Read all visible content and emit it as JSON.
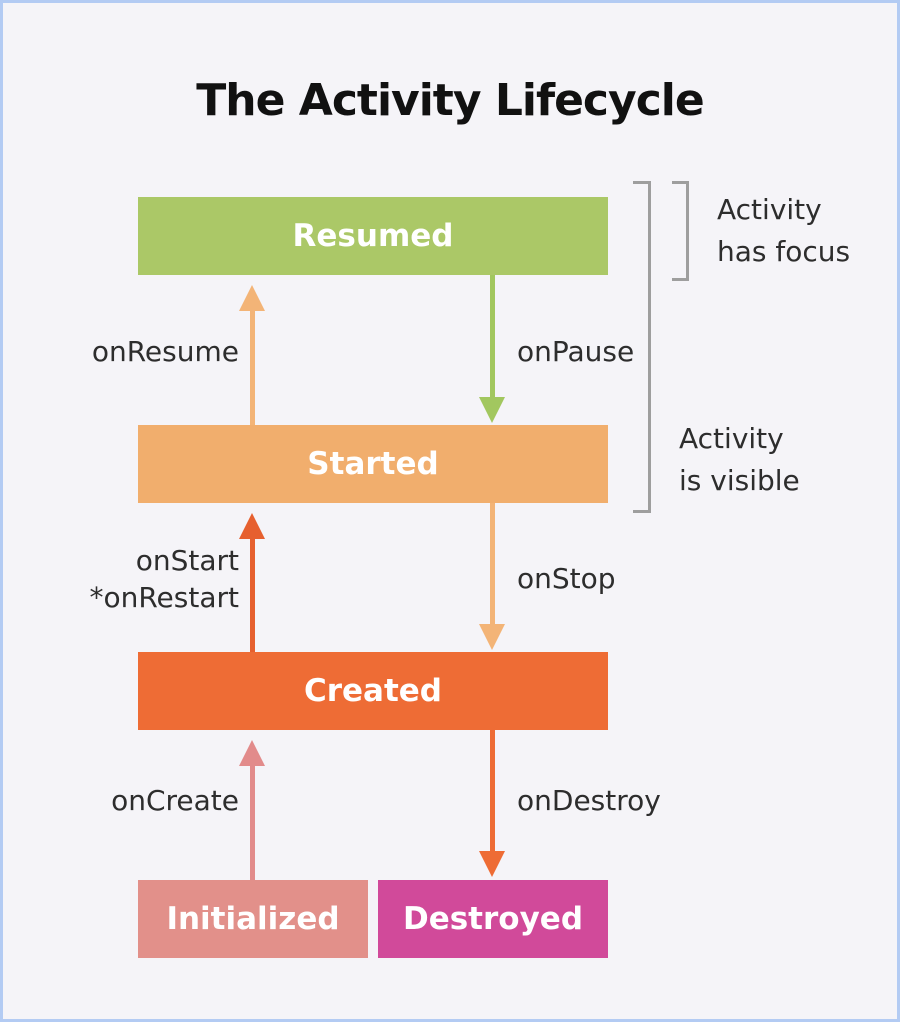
{
  "title": "The Activity Lifecycle",
  "states": {
    "resumed": {
      "label": "Resumed",
      "color": "#abc867"
    },
    "started": {
      "label": "Started",
      "color": "#f1ae6d"
    },
    "created": {
      "label": "Created",
      "color": "#ee6c35"
    },
    "initialized": {
      "label": "Initialized",
      "color": "#e2908a"
    },
    "destroyed": {
      "label": "Destroyed",
      "color": "#d14a9a"
    }
  },
  "transitions": {
    "on_resume": {
      "label": "onResume",
      "direction": "up",
      "color": "#f3b477"
    },
    "on_pause": {
      "label": "onPause",
      "direction": "down",
      "color": "#a2c75f"
    },
    "on_start": {
      "label_line1": "onStart",
      "label_line2": "*onRestart",
      "direction": "up",
      "color": "#e6602f"
    },
    "on_stop": {
      "label": "onStop",
      "direction": "down",
      "color": "#f3b477"
    },
    "on_create": {
      "label": "onCreate",
      "direction": "up",
      "color": "#e28b8b"
    },
    "on_destroy": {
      "label": "onDestroy",
      "direction": "down",
      "color": "#ee6c35"
    }
  },
  "annotations": {
    "has_focus": {
      "line1": "Activity",
      "line2": "has focus"
    },
    "is_visible": {
      "line1": "Activity",
      "line2": "is visible"
    }
  },
  "style": {
    "background": "#f5f4f8",
    "frame_border": "#b3cbf3",
    "bracket_color": "#9e9e9e",
    "text_color": "#2d2d2d",
    "title_color": "#111111"
  }
}
